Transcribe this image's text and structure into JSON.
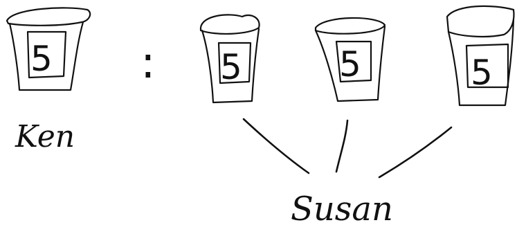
{
  "ken": {
    "name": "Ken",
    "cups": [
      {
        "number": "5"
      }
    ]
  },
  "susan": {
    "name": "Susan",
    "cups": [
      {
        "number": "5"
      },
      {
        "number": "5"
      },
      {
        "number": "5"
      }
    ]
  },
  "ratio_separator": ":",
  "colors": {
    "ink": "#111111",
    "paper": "#ffffff"
  }
}
